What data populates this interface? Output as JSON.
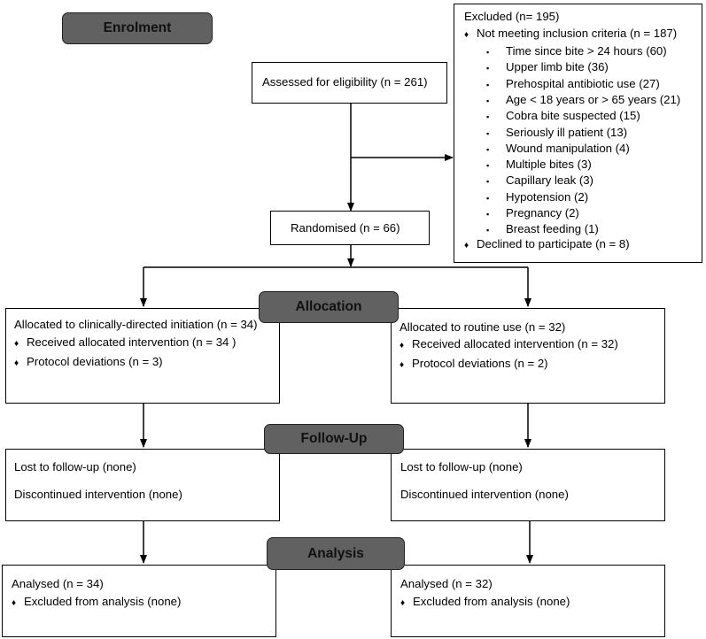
{
  "stages": {
    "enrolment": "Enrolment",
    "allocation": "Allocation",
    "followup": "Follow-Up",
    "analysis": "Analysis"
  },
  "assessed": "Assessed for eligibility (n = 261)",
  "randomised": "Randomised (n = 66)",
  "excluded": {
    "title": "Excluded (n= 195)",
    "not_meeting": "Not meeting inclusion criteria (n = 187)",
    "reasons": [
      "Time since bite > 24 hours (60)",
      "Upper limb bite (36)",
      "Prehospital antibiotic use (27)",
      "Age < 18 years or > 65 years (21)",
      "Cobra bite suspected (15)",
      "Seriously ill patient (13)",
      "Wound manipulation (4)",
      "Multiple bites (3)",
      "Capillary leak (3)",
      "Hypotension (2)",
      "Pregnancy (2)",
      "Breast feeding (1)"
    ],
    "declined": "Declined to participate (n = 8)"
  },
  "allocation": {
    "left": {
      "title": "Allocated to clinically-directed initiation (n = 34)",
      "received": "Received allocated intervention (n = 34 )",
      "deviations": "Protocol deviations (n = 3)"
    },
    "right": {
      "title": "Allocated to routine use (n = 32)",
      "received": "Received allocated intervention (n = 32)",
      "deviations": "Protocol deviations (n = 2)"
    }
  },
  "followup": {
    "left": {
      "lost": "Lost to follow-up (none)",
      "discontinued": "Discontinued intervention (none)"
    },
    "right": {
      "lost": "Lost to follow-up (none)",
      "discontinued": "Discontinued intervention (none)"
    }
  },
  "analysis": {
    "left": {
      "analysed": "Analysed (n = 34)",
      "excluded": "Excluded from analysis (none)"
    },
    "right": {
      "analysed": "Analysed (n = 32)",
      "excluded": "Excluded from analysis (none)"
    }
  },
  "glyphs": {
    "diamond": "♦",
    "square": "▪"
  }
}
